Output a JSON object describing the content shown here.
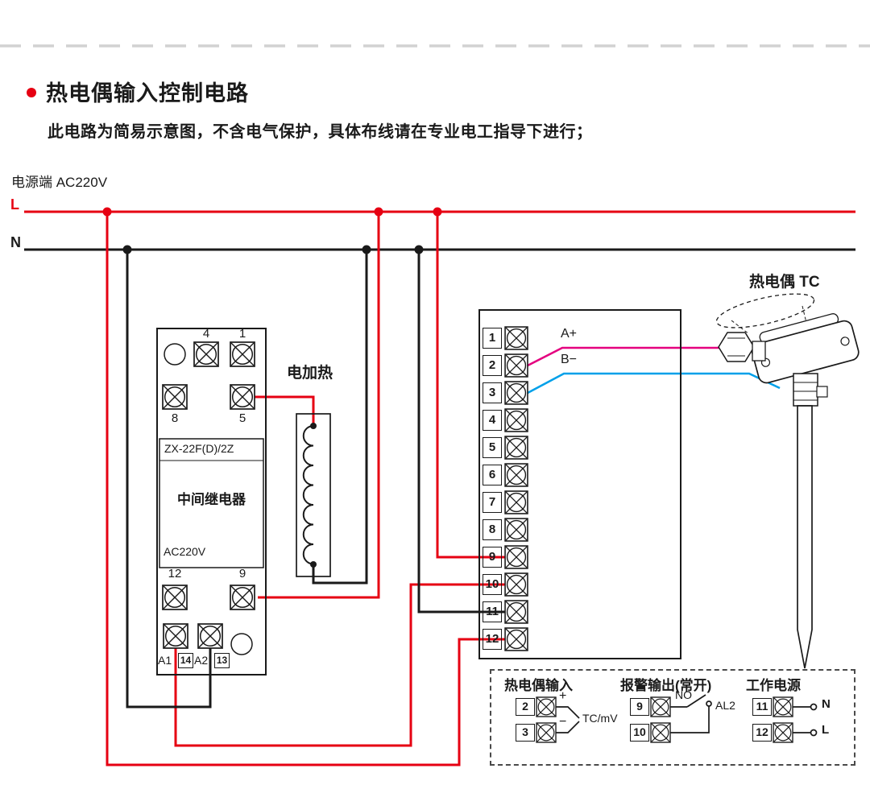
{
  "colors": {
    "line_live": "#e60012",
    "line_neutral": "#1a1a1a",
    "wire_a_plus": "#e4007f",
    "wire_b_minus": "#00a0e9"
  },
  "header": {
    "title": "热电偶输入控制电路",
    "subtitle": "此电路为简易示意图，不含电气保护，具体布线请在专业电工指导下进行；"
  },
  "power": {
    "label": "电源端  AC220V",
    "l": "L",
    "n": "N"
  },
  "relay": {
    "model": "ZX-22F(D)/2Z",
    "name": "中间继电器",
    "voltage": "AC220V",
    "top_terminals": [
      "4",
      "1"
    ],
    "mid_terminals": [
      "8",
      "5"
    ],
    "out_terminals": [
      "12",
      "9"
    ],
    "coil_terminals": [
      "A1",
      "14",
      "A2",
      "13"
    ]
  },
  "heater": {
    "label": "电加热"
  },
  "controller": {
    "terminals": [
      "1",
      "2",
      "3",
      "4",
      "5",
      "6",
      "7",
      "8",
      "9",
      "10",
      "11",
      "12"
    ],
    "a_plus": "A+",
    "b_minus": "B−"
  },
  "thermocouple": {
    "label": "热电偶 TC"
  },
  "legend": {
    "tc_input": {
      "title": "热电偶输入",
      "t_top": "2",
      "t_bottom": "3",
      "plus": "+",
      "minus": "−",
      "signal": "TC/mV"
    },
    "alarm": {
      "title": "报警输出(常开)",
      "t_top": "9",
      "t_bottom": "10",
      "contact": "NO",
      "name": "AL2"
    },
    "supply": {
      "title": "工作电源",
      "t_top": "11",
      "t_bottom": "12",
      "n": "N",
      "l": "L"
    }
  }
}
